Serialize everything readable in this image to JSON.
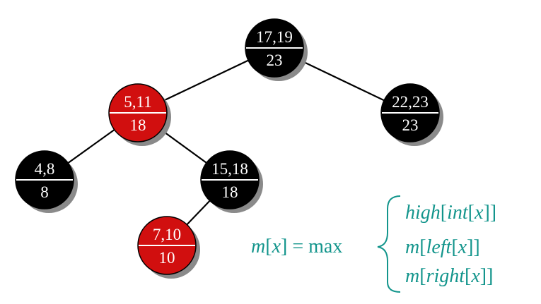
{
  "tree": {
    "nodes": [
      {
        "id": "n17",
        "interval": "17,19",
        "max": "23",
        "color": "black"
      },
      {
        "id": "n5",
        "interval": "5,11",
        "max": "18",
        "color": "red"
      },
      {
        "id": "n22",
        "interval": "22,23",
        "max": "23",
        "color": "black"
      },
      {
        "id": "n4",
        "interval": "4,8",
        "max": "8",
        "color": "black"
      },
      {
        "id": "n15",
        "interval": "15,18",
        "max": "18",
        "color": "black"
      },
      {
        "id": "n7",
        "interval": "7,10",
        "max": "10",
        "color": "red"
      }
    ],
    "edges": [
      [
        "n17",
        "n5"
      ],
      [
        "n17",
        "n22"
      ],
      [
        "n5",
        "n4"
      ],
      [
        "n5",
        "n15"
      ],
      [
        "n15",
        "n7"
      ]
    ]
  },
  "formula": {
    "lhs_m": "m",
    "lhs_x": "x",
    "equals": " = max",
    "cases": [
      {
        "parts": [
          {
            "t": "high",
            "i": true
          },
          {
            "t": "[",
            "i": false
          },
          {
            "t": "int",
            "i": true
          },
          {
            "t": "[",
            "i": false
          },
          {
            "t": "x",
            "i": true
          },
          {
            "t": "]]",
            "i": false
          }
        ]
      },
      {
        "parts": [
          {
            "t": "m",
            "i": true
          },
          {
            "t": "[",
            "i": false
          },
          {
            "t": "left",
            "i": true
          },
          {
            "t": "[",
            "i": false
          },
          {
            "t": "x",
            "i": true
          },
          {
            "t": "]]",
            "i": false
          }
        ]
      },
      {
        "parts": [
          {
            "t": "m",
            "i": true
          },
          {
            "t": "[",
            "i": false
          },
          {
            "t": "right",
            "i": true
          },
          {
            "t": "[",
            "i": false
          },
          {
            "t": "x",
            "i": true
          },
          {
            "t": "]]",
            "i": false
          }
        ]
      }
    ]
  },
  "colors": {
    "black_node": "#000000",
    "red_node": "#d10f0f",
    "shadow": "#8a8a8a",
    "edge": "#000000",
    "formula": "#13958c"
  }
}
